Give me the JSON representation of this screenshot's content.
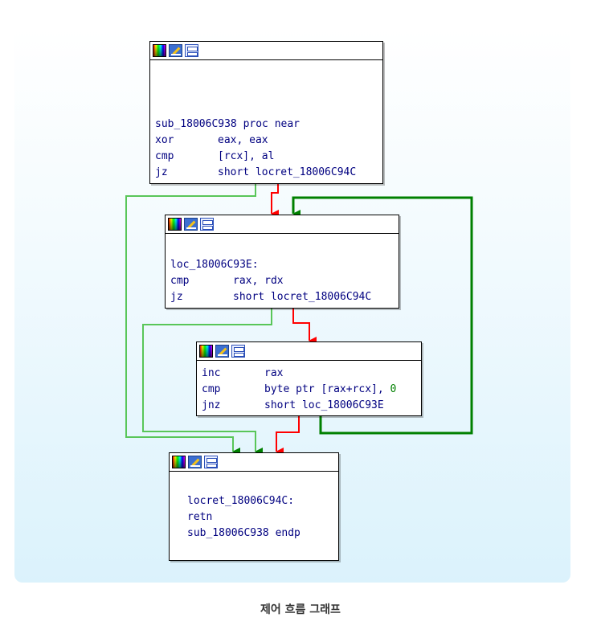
{
  "caption": "제어 흐름 그래프",
  "colors": {
    "true_edge": "#008000",
    "false_edge": "#ff0000",
    "fallthrough_edge": "#59c659",
    "code_text": "#000080",
    "immediate": "#008000"
  },
  "header_icons": [
    "color-palette-icon",
    "rename-icon",
    "graph-view-icon"
  ],
  "nodes": {
    "entry": {
      "label": "sub_18006C938 proc near",
      "lines": [
        {
          "mnemonic": "xor",
          "operands": "eax, eax"
        },
        {
          "mnemonic": "cmp",
          "operands": "[rcx], al"
        },
        {
          "mnemonic": "jz",
          "operands": "short locret_18006C94C"
        }
      ]
    },
    "loop": {
      "label": "loc_18006C93E:",
      "lines": [
        {
          "mnemonic": "cmp",
          "operands": "rax, rdx"
        },
        {
          "mnemonic": "jz",
          "operands": "short locret_18006C94C"
        }
      ]
    },
    "body": {
      "lines": [
        {
          "mnemonic": "inc",
          "operands": "rax"
        },
        {
          "mnemonic": "cmp",
          "operands": "byte ptr [rax+rcx], ",
          "imm": "0"
        },
        {
          "mnemonic": "jnz",
          "operands": "short loc_18006C93E"
        }
      ]
    },
    "ret": {
      "label": "locret_18006C94C:",
      "line1": "retn",
      "line2": "sub_18006C938 endp"
    }
  }
}
